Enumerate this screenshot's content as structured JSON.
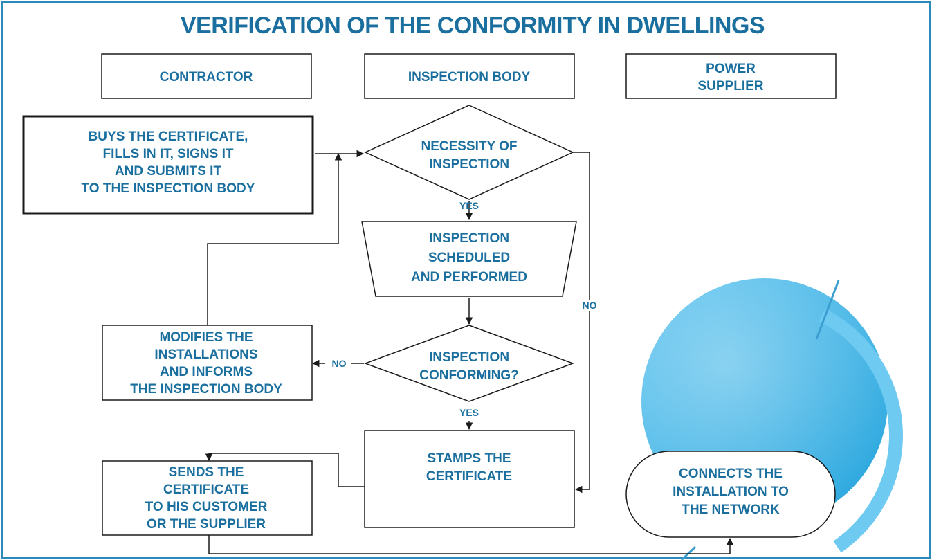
{
  "title": "VERIFICATION OF THE CONFORMITY IN DWELLINGS",
  "headers": {
    "contractor": "CONTRACTOR",
    "inspection_body": "INSPECTION BODY",
    "power_supplier": [
      "POWER",
      "SUPPLIER"
    ]
  },
  "nodes": {
    "buys": [
      "BUYS THE CERTIFICATE,",
      "FILLS IN IT, SIGNS IT",
      "AND SUBMITS IT",
      "TO THE INSPECTION BODY"
    ],
    "necessity": [
      "NECESSITY OF",
      "INSPECTION"
    ],
    "scheduled": [
      "INSPECTION",
      "SCHEDULED",
      "AND PERFORMED"
    ],
    "conforming": [
      "INSPECTION",
      "CONFORMING?"
    ],
    "modifies": [
      "MODIFIES THE",
      "INSTALLATIONS",
      "AND INFORMS",
      "THE INSPECTION BODY"
    ],
    "stamps": [
      "STAMPS THE",
      "CERTIFICATE"
    ],
    "sends": [
      "SENDS THE",
      "CERTIFICATE",
      "TO HIS CUSTOMER",
      "OR THE SUPPLIER"
    ],
    "connects": [
      "CONNECTS THE",
      "INSTALLATION TO",
      "THE NETWORK"
    ]
  },
  "edge_labels": {
    "yes_1": "YES",
    "yes_2": "YES",
    "no_right": "NO",
    "no_left": "NO"
  },
  "colors": {
    "frame_border": "#2d8ab8",
    "text": "#1a6f9e",
    "lines": "#1a1a1a",
    "globe": "#3aaee0"
  }
}
